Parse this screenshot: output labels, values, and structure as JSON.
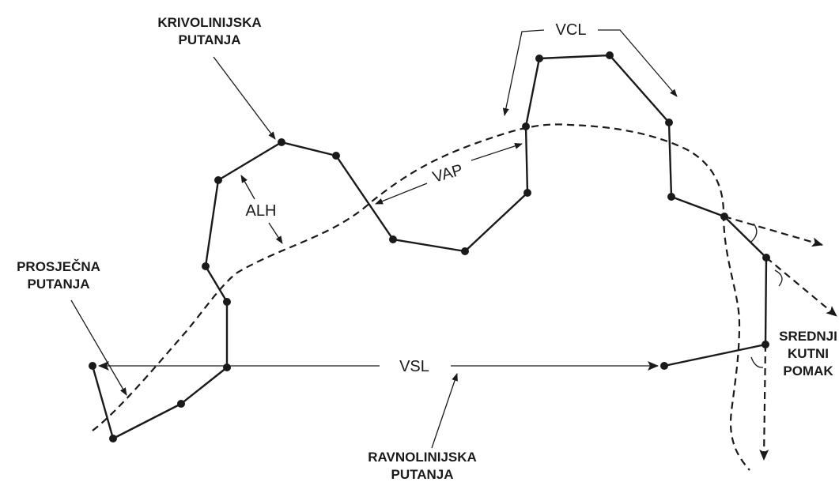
{
  "labels": {
    "curvilinear_line1": "KRIVOLINIJSKA",
    "curvilinear_line2": "PUTANJA",
    "average_line1": "PROSJEČNA",
    "average_line2": "PUTANJA",
    "straight_line1": "RAVNOLINIJSKA",
    "straight_line2": "PUTANJA",
    "angular_line1": "SREDNJI",
    "angular_line2": "KUTNI",
    "angular_line3": "POMAK",
    "vcl": "VCL",
    "vap": "VAP",
    "alh": "ALH",
    "vsl": "VSL"
  },
  "colors": {
    "ink": "#1a1a1a",
    "background": "#ffffff"
  }
}
